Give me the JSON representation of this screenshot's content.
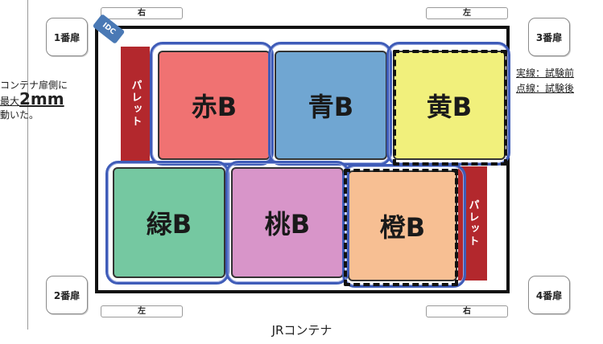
{
  "doors": {
    "door1": "1番扉",
    "door2": "2番扉",
    "door3": "3番扉",
    "door4": "4番扉"
  },
  "sides": {
    "top_left": "右",
    "top_right": "左",
    "bottom_left": "左",
    "bottom_right": "右"
  },
  "left_note": {
    "line1": "コンテナ扉側に",
    "line2_prefix": "最大",
    "line2_value": "2mm",
    "line3": "動いた。"
  },
  "right_note": {
    "solid": "実線：試験前",
    "dashed": "点線：試験後"
  },
  "caption": "JRコンテナ",
  "idc_label": "IDC",
  "pallets": {
    "left": "パレット",
    "right": "パレット"
  },
  "boxes": [
    {
      "label": "赤B",
      "color": "#f07272"
    },
    {
      "label": "青B",
      "color": "#70a6d2"
    },
    {
      "label": "黄B",
      "color": "#f1f07c"
    },
    {
      "label": "緑B",
      "color": "#75c8a1"
    },
    {
      "label": "桃B",
      "color": "#d895c9"
    },
    {
      "label": "橙B",
      "color": "#f7bf93"
    }
  ],
  "colors": {
    "pallet": "#b3282d",
    "solid_outline": "#3f5cb8",
    "dashed_outline": "#111111"
  }
}
